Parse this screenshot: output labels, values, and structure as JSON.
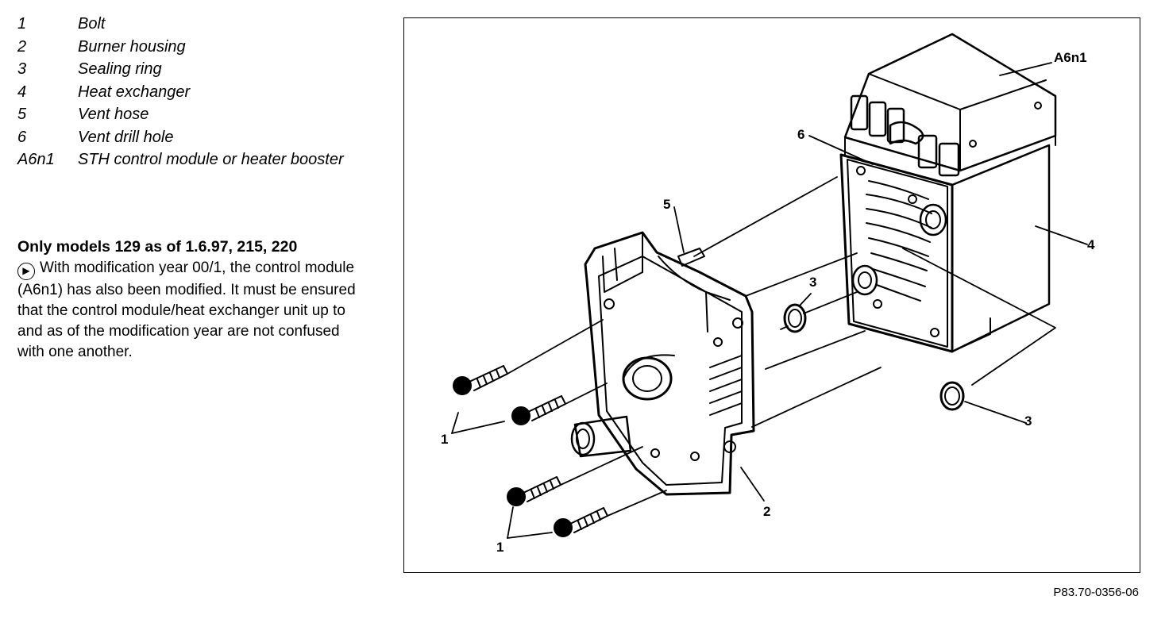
{
  "legend": [
    {
      "key": "1",
      "text": "Bolt"
    },
    {
      "key": "2",
      "text": "Burner housing"
    },
    {
      "key": "3",
      "text": "Sealing ring"
    },
    {
      "key": "4",
      "text": "Heat exchanger"
    },
    {
      "key": "5",
      "text": "Vent hose"
    },
    {
      "key": "6",
      "text": "Vent drill hole"
    },
    {
      "key": "A6n1",
      "text": "STH control module or heater booster"
    }
  ],
  "note": {
    "heading": "Only models 129 as of 1.6.97, 215, 220",
    "icon": "info-arrow-icon",
    "body": "With modification year 00/1, the control module (A6n1) has also been modified. It must be ensured that the control module/heat exchanger unit up to and as of the modification year are not confused with one another."
  },
  "figure": {
    "callouts": {
      "bolt_a": "1",
      "bolt_b": "1",
      "housing": "2",
      "ring_a": "3",
      "ring_b": "3",
      "exchanger": "4",
      "hose": "5",
      "drill_hole": "6",
      "module": "A6n1"
    },
    "reference": "P83.70-0356-06"
  }
}
